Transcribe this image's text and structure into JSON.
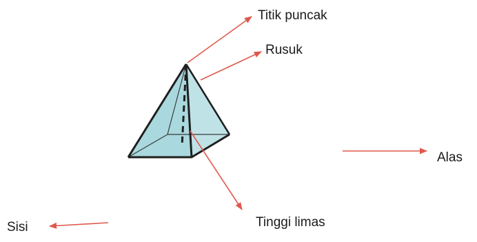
{
  "labels": {
    "apex": "Titik puncak",
    "edge": "Rusuk",
    "base": "Alas",
    "height": "Tinggi limas",
    "face": "Sisi"
  },
  "colors": {
    "face_fill": "#b6dfe4",
    "outline": "#1f1f1f",
    "arrow": "#e0584c",
    "text": "#1a1a1a"
  }
}
